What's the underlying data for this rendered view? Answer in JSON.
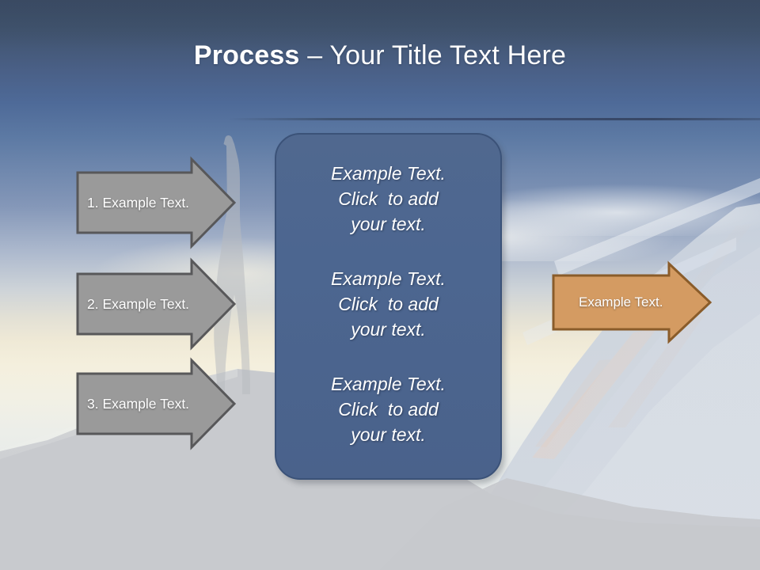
{
  "slide": {
    "title": {
      "strong": "Process",
      "light": " – Your Title Text Here"
    },
    "colors": {
      "title_band_top": "#3a4b64",
      "title_band_bottom": "#4e6a98",
      "panel_fill": "#4c6690",
      "panel_border": "#3b5278",
      "gray_arrow_fill": "#9a9a9a",
      "gray_arrow_border": "#58585a",
      "orange_arrow_fill": "#d49b62",
      "orange_arrow_border": "#8a5c2a",
      "text_on_shape": "#ffffff"
    }
  },
  "left_arrows": [
    {
      "label": "1. Example Text."
    },
    {
      "label": "2. Example Text."
    },
    {
      "label": "3. Example Text."
    }
  ],
  "right_arrow": {
    "label": "Example Text."
  },
  "panel_blocks": [
    {
      "line1": "Example Text.",
      "line2": "Click  to add",
      "line3": "your text."
    },
    {
      "line1": "Example Text.",
      "line2": "Click  to add",
      "line3": "your text."
    },
    {
      "line1": "Example Text.",
      "line2": "Click  to add",
      "line3": "your text."
    }
  ]
}
